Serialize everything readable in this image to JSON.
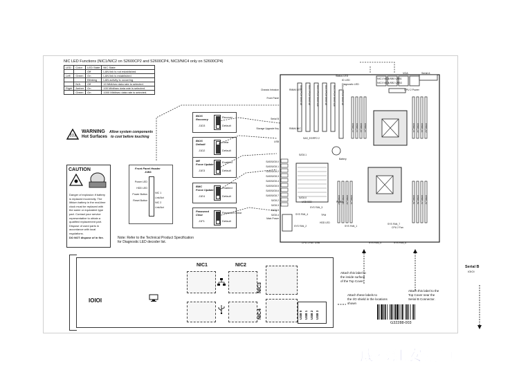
{
  "nic_led": {
    "title": "NIC LED Functions (NIC1/NIC2 on S2600CP2 and S2600CP4, NIC3/NIC4 only on S2600CP4)",
    "headers": [
      "LED",
      "Color",
      "LED State",
      "NIC State"
    ],
    "rows": [
      [
        "",
        "",
        "Off",
        "LAN link is not established."
      ],
      [
        "Left",
        "Green",
        "On",
        "LAN link is established."
      ],
      [
        "",
        "",
        "Blinking",
        "LAN activity is occurring."
      ],
      [
        "",
        "N/A",
        "Off",
        "10 Mbit/sec data rate is selected."
      ],
      [
        "Right",
        "Amber",
        "On",
        "100 Mbit/sec data rate is selected."
      ],
      [
        "",
        "Green",
        "On",
        "1000 Mbit/sec data rate is selected."
      ]
    ]
  },
  "warning": {
    "title": "WARNING",
    "subtitle": "Hot Surfaces",
    "text1": "Allow system components",
    "text2": "to cool before touching"
  },
  "caution": {
    "title": "CAUTION",
    "lines": [
      "Danger of explosion if battery",
      "is replaced incorrectly. The",
      "lithium battery in the real-time",
      "clock must be replaced with",
      "the same or equivalent type",
      "part. Contact your service",
      "representative to obtain a",
      "qualified replacement part.",
      "Dispose of used parts in",
      "accordance with local",
      "regulations."
    ],
    "last": "DO NOT dispose of in fire."
  },
  "front_panel": {
    "title": "Front Panel Header",
    "subtitle": "J1B3",
    "left_labels": [
      "Power LED",
      "HDD LED",
      "Power Button",
      "Reset Button"
    ],
    "right_labels": [
      "NIC 1",
      "Link/Act",
      "NIC 2",
      "Link/Act"
    ]
  },
  "jumpers": [
    {
      "name1": "BIOS",
      "name2": "Recovery",
      "id": "J1D3",
      "opt1": "Recover",
      "opt2": "Default"
    },
    {
      "name1": "BIOS",
      "name2": "Default",
      "id": "J1D2",
      "opt1": "Clear",
      "opt2": "Default"
    },
    {
      "name1": "ME",
      "name2": "Force Update",
      "id": "J1E3",
      "opt1": "Enabled",
      "opt2": "Default"
    },
    {
      "name1": "BMC",
      "name2": "Force Update",
      "id": "J1E4",
      "opt1": "Enabled",
      "opt2": "Default"
    },
    {
      "name1": "Password",
      "name2": "Clear",
      "id": "J1F1",
      "opt1": "Password Clear",
      "opt2": "Default"
    }
  ],
  "note": {
    "line1": "Note: Refer to the Technical Product Specification",
    "line2": "for Diagnostic LED decoder list."
  },
  "board": {
    "top_labels": [
      "Status LED",
      "ID LED",
      "Diagnostic LED",
      "NIC1 NIC2",
      "NIC3 NIC4",
      "USB0 USB1",
      "USB2 USB3",
      "VGA",
      "Serial A",
      "CPU 2 Power"
    ],
    "left_labels": [
      "Chassis Intrusion",
      "Front Panel",
      "Serial B",
      "Storage Upgrade Key",
      "USB",
      "SAS/SATA 0",
      "SAS/SATA 1",
      "SAS/SATA 2",
      "SAS/SATA 3",
      "SAS/SATA 4",
      "SAS/SATA 5",
      "SAS/SATA 6",
      "SAS/SATA 7",
      "SATA 2",
      "SATA 3",
      "SATA 5",
      "SATA 4",
      "Main Power"
    ],
    "inner_labels": [
      "RMM4 LITE",
      "RMM4 NIC",
      "SAS_EGRPO 2",
      "Battery",
      "SATA 1",
      "SATA 0",
      "USB SSD",
      "SYS FAN_3",
      "SYS FAN_4",
      "TPM",
      "HDD LED",
      "SYS FAN_2",
      "SYS FAN_1",
      "CPU 1 Fan",
      "SYS FAN_5",
      "CPU 2 Fan",
      "SYS FAN_6",
      "SYS FAN_7",
      "PMBus",
      "USB"
    ],
    "pcie_labels": [
      "Slot 6 PCIe Gen3 x8",
      "Slot 5 PCIe Gen3 x8",
      "Slot 4 PCIe Gen3 x16",
      "Slot 3 PCIe Gen3 x8",
      "Slot 2 PCIe Gen3 x16",
      "Slot 1 PCIe Gen3 x8"
    ],
    "dimm_labels_top": [
      "DIMM_F2",
      "DIMM_F1",
      "DIMM_E2",
      "DIMM_E1",
      "DIMM_H1",
      "DIMM_H2",
      "DIMM_G1",
      "DIMM_G2"
    ],
    "dimm_labels_bottom": [
      "DIMM_C2",
      "DIMM_C1",
      "DIMM_D2",
      "DIMM_D1",
      "DIMM_B1",
      "DIMM_B2",
      "DIMM_A1",
      "DIMM_A2"
    ]
  },
  "io_shield": {
    "nic1": "NIC1",
    "nic2": "NIC2",
    "nic3": "NIC3",
    "nic4": "NIC4",
    "serial_icon": "IOIOI",
    "usb_labels": [
      "USB 0",
      "USB 1",
      "USB 2",
      "USB 3"
    ]
  },
  "callouts": {
    "inside_label": [
      "Attach this label to",
      "the inside surface",
      "of the Top Cover."
    ],
    "io_label": [
      "Attach these labels to",
      "the I/O shield in the locations",
      "shown"
    ],
    "serial_b_title": "Serial B",
    "serial_b_sub": "IOIOI",
    "serial_label": [
      "Attach this label to the",
      "Top Cover near the",
      "Serial B Connector."
    ],
    "part_number": "G32288-003"
  },
  "watermark": "成都江安创恒"
}
